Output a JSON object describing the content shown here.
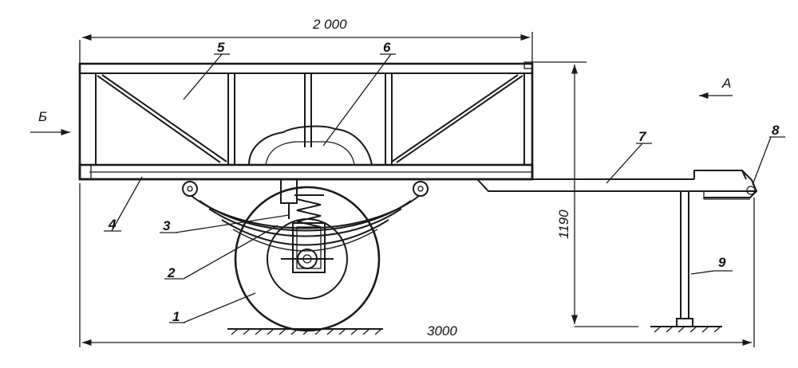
{
  "dimensions": {
    "top_width": "2 000",
    "overall_length": "3000",
    "height": "1190"
  },
  "view_markers": {
    "view_a": "А",
    "view_b": "Б"
  },
  "callouts": [
    "1",
    "2",
    "3",
    "4",
    "5",
    "6",
    "7",
    "8",
    "9"
  ]
}
